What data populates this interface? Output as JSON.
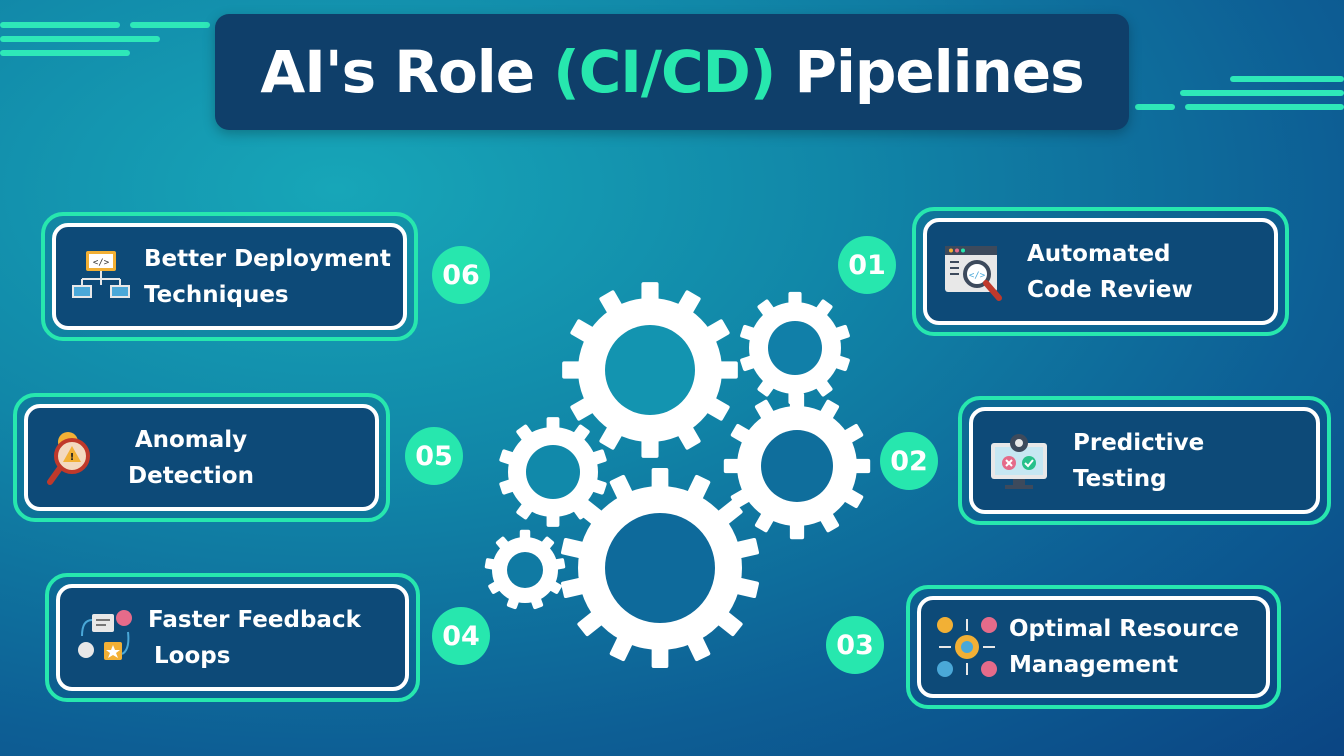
{
  "title": {
    "part1": "AI's Role ",
    "highlight": "(CI/CD)",
    "part2": " Pipelines"
  },
  "colors": {
    "accent": "#27e7ae",
    "title_bg": "#0f3f6a",
    "card_bg": "#0d4a78"
  },
  "items": [
    {
      "num": "01",
      "line1": "Automated",
      "line2": "Code Review",
      "icon": "code-review-icon"
    },
    {
      "num": "02",
      "line1": "Predictive",
      "line2": "Testing",
      "icon": "monitor-testing-icon"
    },
    {
      "num": "03",
      "line1": "Optimal Resource",
      "line2": "Management",
      "icon": "resource-network-icon"
    },
    {
      "num": "04",
      "line1": "Faster Feedback",
      "line2": "Loops",
      "icon": "feedback-icon"
    },
    {
      "num": "05",
      "line1": "Anomaly",
      "line2": "Detection",
      "icon": "anomaly-warning-icon"
    },
    {
      "num": "06",
      "line1": "Better Deployment",
      "line2": "Techniques",
      "icon": "deployment-network-icon"
    }
  ],
  "center_graphic": "gears-icon"
}
